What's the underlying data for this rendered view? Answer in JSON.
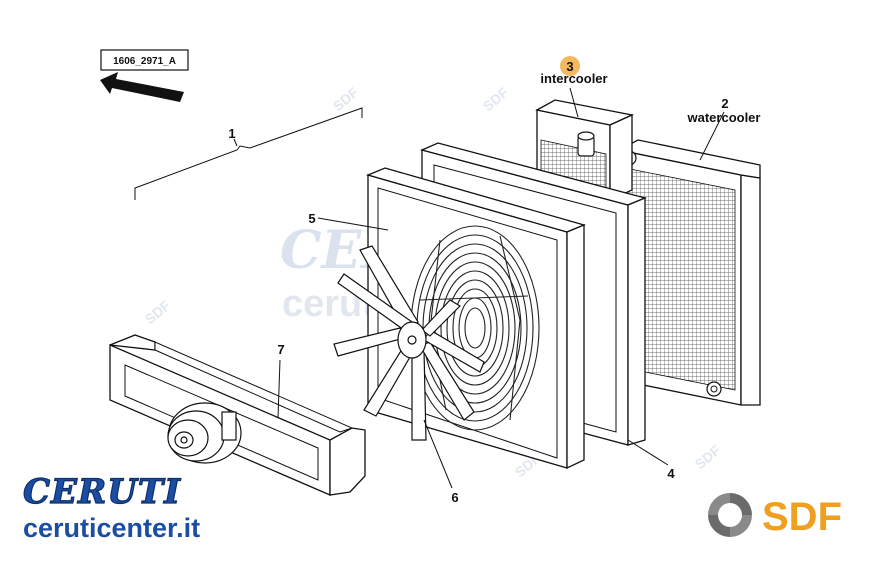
{
  "reference_code": "1606_2971_A",
  "labels": {
    "part_1": "1",
    "part_2": "2",
    "part_2_name": "watercooler",
    "part_3": "3",
    "part_3_name": "intercooler",
    "part_4": "4",
    "part_5": "5",
    "part_6": "6",
    "part_7": "7"
  },
  "brand": {
    "ceruti_logo": "CERUTI",
    "ceruti_url": "ceruticenter.it",
    "sdf_logo": "SDF"
  },
  "watermark": {
    "ceruti": "CERUTI",
    "url": "ceruticenter.it",
    "sdf": "SDF"
  },
  "colors": {
    "ceruti_blue": "#1b4ea3",
    "sdf_orange": "#f0a020",
    "highlight_badge": "#f4b860",
    "line": "#111111"
  }
}
